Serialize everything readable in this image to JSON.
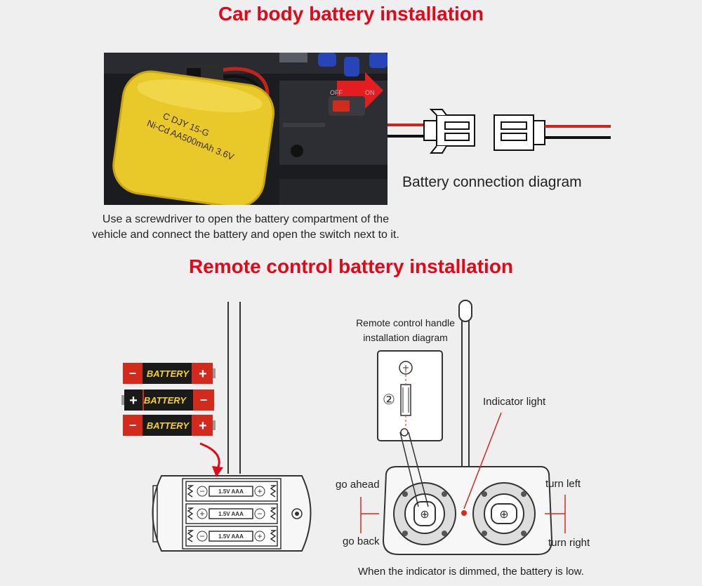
{
  "sections": {
    "car_body": {
      "title": "Car body battery installation",
      "photo": {
        "battery_label_line1": "C  DJY 15-G",
        "battery_label_line2": "Ni-Cd AA500mAh 3.6V",
        "switch_off": "OFF",
        "switch_on": "ON"
      },
      "connection_caption": "Battery connection diagram",
      "instruction_line1": "Use a screwdriver to open the battery compartment of the",
      "instruction_line2": "vehicle and connect the battery and open the switch next to it."
    },
    "remote": {
      "title": "Remote control battery installation",
      "battery_brand": "BATTERY",
      "battery_cell_label": "1.5V AAA",
      "handle_caption_line1": "Remote control handle",
      "handle_caption_line2": "installation diagram",
      "step_number": "②",
      "indicator_label": "Indicator light",
      "go_ahead": "go ahead",
      "go_back": "go back",
      "turn_left": "turn left",
      "turn_right": "turn right",
      "footer_note": "When the indicator is dimmed, the battery is low."
    }
  },
  "colors": {
    "heading": "#e1081a",
    "battery_yellow": "#e9c92a",
    "battery_red": "#d42a1c",
    "indicator": "#d52a1c"
  }
}
